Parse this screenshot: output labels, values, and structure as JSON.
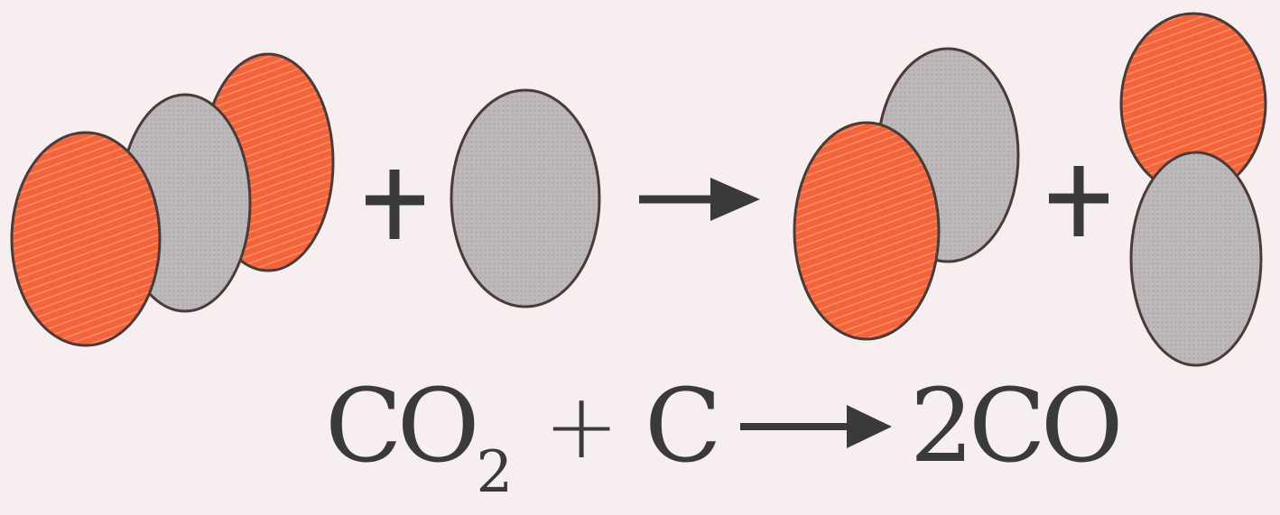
{
  "colors": {
    "background": "#f7eef0",
    "oxygen": "#f2653a",
    "carbon": "#bdb8ba",
    "outline": "#4a3a38",
    "ink": "#3a3a3a"
  },
  "atoms": {
    "oxygen_icon": "red-atom-icon",
    "carbon_icon": "grey-atom-icon"
  },
  "equation": {
    "reactant1": "CO",
    "reactant1_sub": "2",
    "plus": "+",
    "reactant2": "C",
    "product": "2CO"
  },
  "pictorial": {
    "plus": "+"
  }
}
